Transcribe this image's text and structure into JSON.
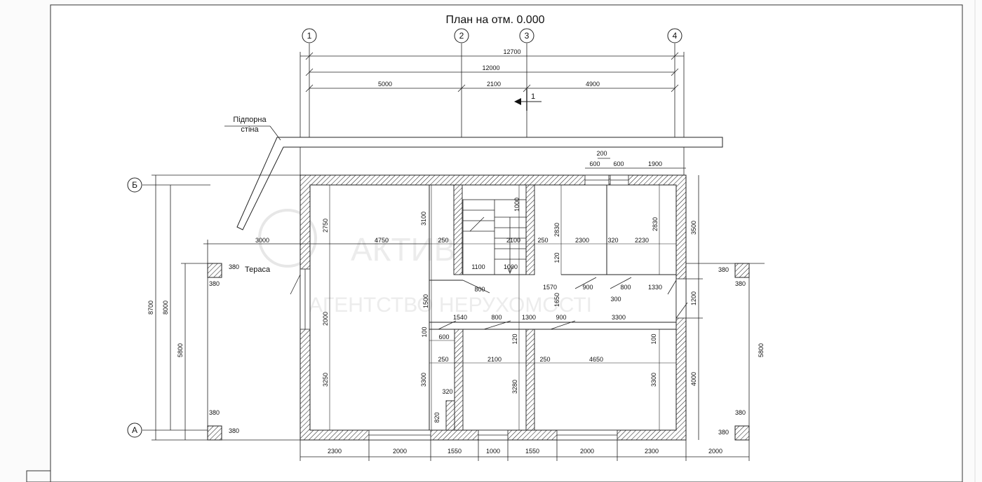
{
  "drawing": {
    "title": "План на отм. 0.000",
    "labels": {
      "retaining_wall": [
        "Підпорна",
        "стіна"
      ],
      "terrace": "Тераса",
      "section_mark": "1"
    },
    "watermark": {
      "line1": "АКТИВ",
      "line2": "АГЕНТСТВО НЕРУХОМОСТІ"
    },
    "axes_x": [
      "1",
      "2",
      "3",
      "4"
    ],
    "axes_y": [
      "Б",
      "А"
    ],
    "dims_top": [
      "12700",
      "12000",
      "5000",
      "2100",
      "4900"
    ],
    "dims_topright": [
      "200",
      "600",
      "600",
      "1900"
    ],
    "dims_left": [
      "8700",
      "8000",
      "5800"
    ],
    "dims_right": [
      "3500",
      "1200",
      "4000",
      "5800"
    ],
    "dims_bottom": [
      "2300",
      "2000",
      "1550",
      "1000",
      "1550",
      "2000",
      "2300",
      "2000"
    ],
    "dims_row1": [
      "3000",
      "4750",
      "250",
      "2100",
      "250",
      "2300",
      "320",
      "2230"
    ],
    "dims_row2": [
      "1100",
      "1000",
      "800",
      "1570",
      "900",
      "800",
      "1330",
      "300"
    ],
    "dims_row3": [
      "1540",
      "800",
      "1300",
      "900",
      "3300"
    ],
    "dims_row4": [
      "600",
      "250",
      "2100",
      "250",
      "4650"
    ],
    "dims_vertical": [
      "2750",
      "3100",
      "1000",
      "2830",
      "2830",
      "120",
      "2000",
      "1500",
      "1650",
      "100",
      "120",
      "100",
      "3250",
      "3300",
      "3280",
      "3300",
      "320",
      "820"
    ],
    "pillar_dims": [
      "380",
      "380",
      "380",
      "380",
      "380",
      "380",
      "380",
      "380"
    ]
  }
}
